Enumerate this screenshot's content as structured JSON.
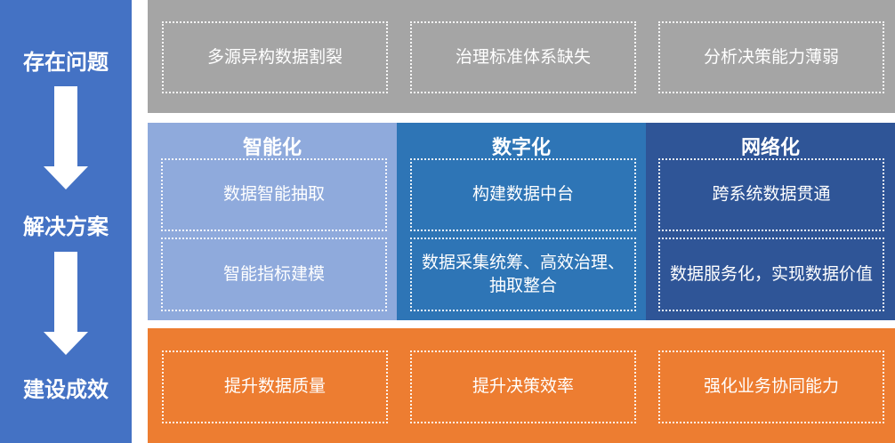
{
  "stages": [
    "存在问题",
    "解决方案",
    "建设成效"
  ],
  "problems": [
    "多源异构数据割裂",
    "治理标准体系缺失",
    "分析决策能力薄弱"
  ],
  "solutions": [
    {
      "title": "智能化",
      "items": [
        "数据智能抽取",
        "智能指标建模"
      ],
      "color": "#8FAADC"
    },
    {
      "title": "数字化",
      "items": [
        "构建数据中台",
        "数据采集统筹、高效治理、抽取整合"
      ],
      "color": "#2E75B6"
    },
    {
      "title": "网络化",
      "items": [
        "跨系统数据贯通",
        "数据服务化，实现数据价值"
      ],
      "color": "#2F5597"
    }
  ],
  "results": [
    "提升数据质量",
    "提升决策效率",
    "强化业务协同能力"
  ],
  "colors": {
    "left": "#4472C4",
    "problems": "#A5A5A5",
    "results": "#ED7D31"
  }
}
